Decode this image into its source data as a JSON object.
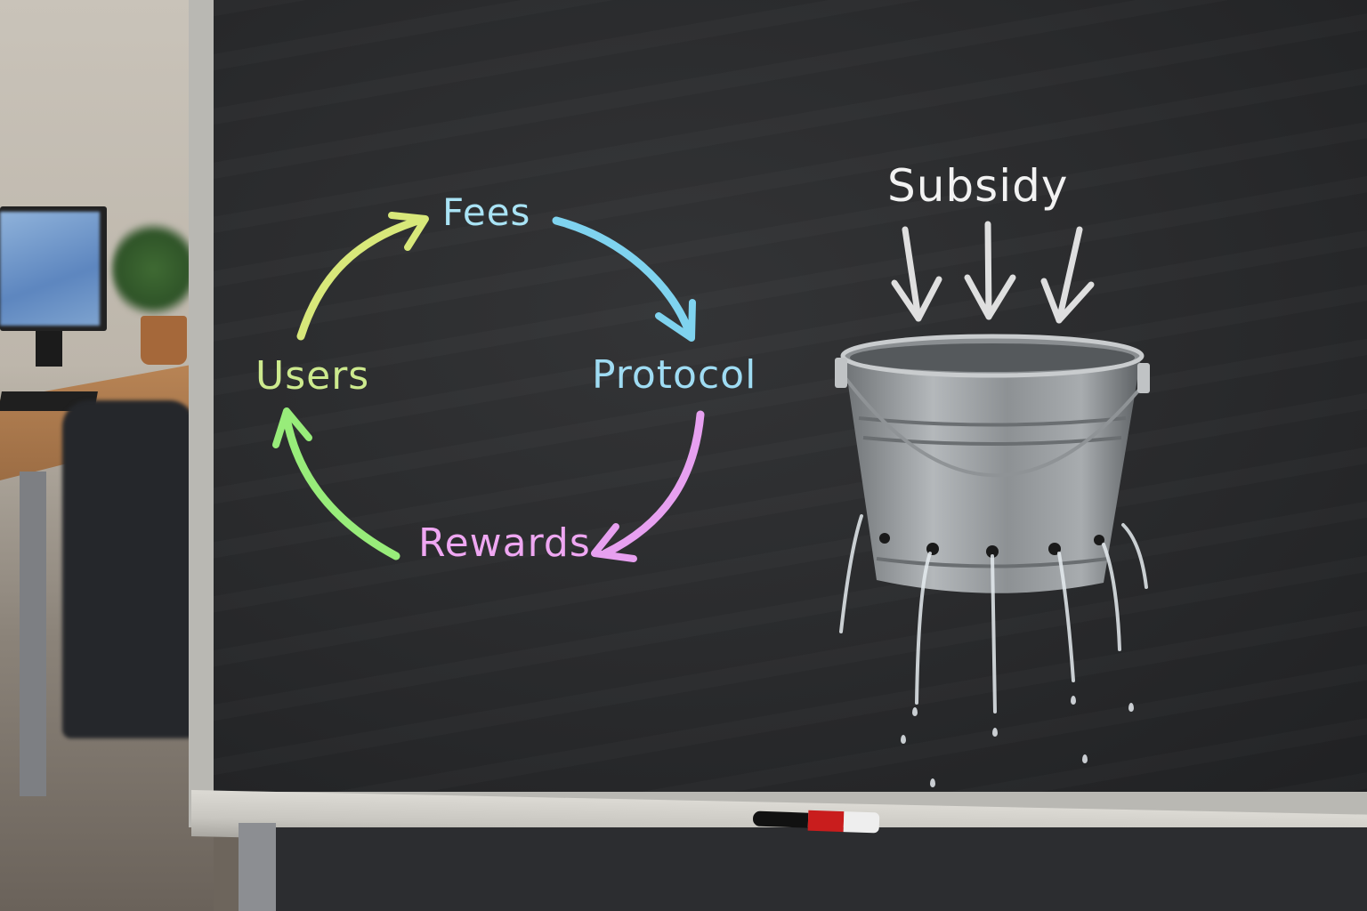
{
  "scene": {
    "description": "Chalkboard photo showing a fee/reward flywheel cycle and a leaking bucket labeled Subsidy",
    "colors": {
      "board": "#2a2b2d",
      "frame": "#b9b8b3",
      "fees_arrow": "#d8e87a",
      "protocol_arrow": "#7fd3ef",
      "rewards_arrow": "#e7a0f0",
      "users_arrow": "#98ec7a",
      "subsidy_chalk": "#f2f2f2",
      "marker_band": "#c91d1d"
    }
  },
  "cycle_diagram": {
    "nodes": [
      {
        "id": "fees",
        "label": "Fees",
        "color": "#a9e3f5"
      },
      {
        "id": "protocol",
        "label": "Protocol",
        "color": "#9fdcf3"
      },
      {
        "id": "rewards",
        "label": "Rewards",
        "color": "#efa7f2"
      },
      {
        "id": "users",
        "label": "Users",
        "color": "#cdea8e"
      }
    ],
    "edges": [
      {
        "from": "users",
        "to": "fees"
      },
      {
        "from": "fees",
        "to": "protocol"
      },
      {
        "from": "protocol",
        "to": "rewards"
      },
      {
        "from": "rewards",
        "to": "users"
      }
    ]
  },
  "subsidy": {
    "label": "Subsidy",
    "arrow_count": 3,
    "object": "leaking metal bucket"
  }
}
